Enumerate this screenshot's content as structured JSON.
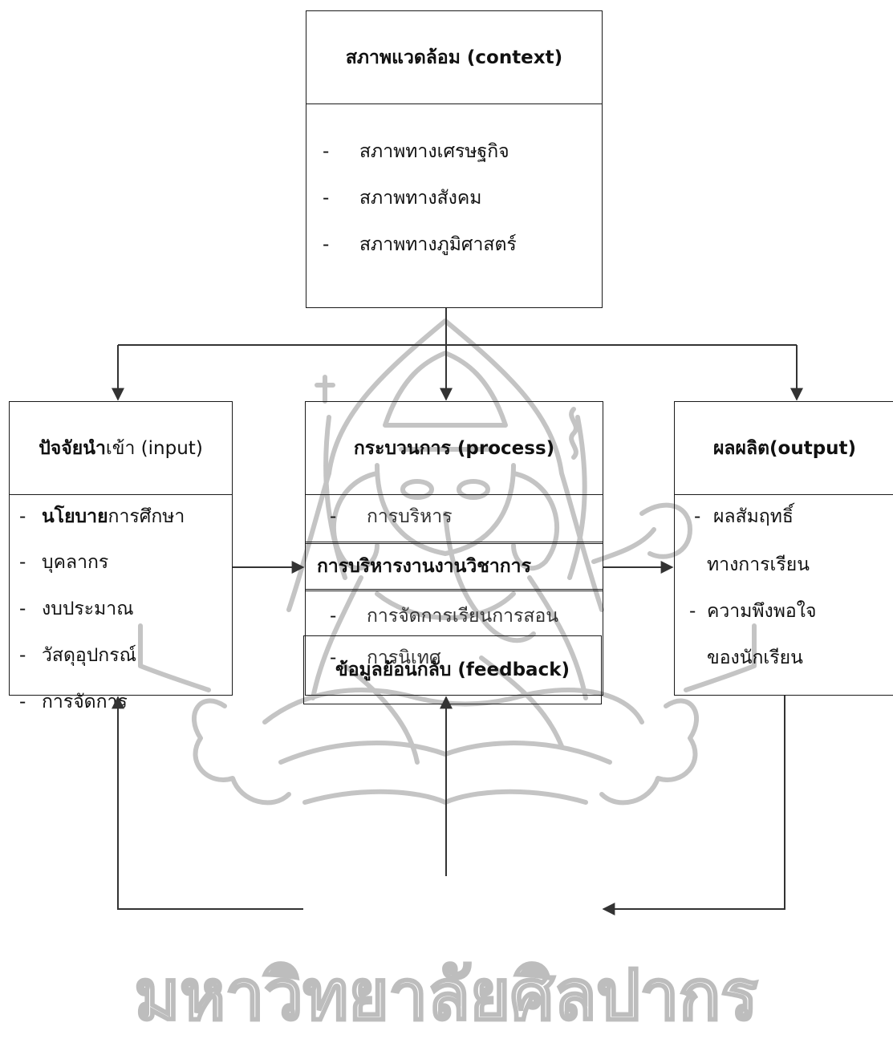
{
  "context": {
    "title": "สภาพแวดล้อม (context)",
    "items": [
      "สภาพทางเศรษฐกิจ",
      "สภาพทางสังคม",
      "สภาพทางภูมิศาสตร์"
    ]
  },
  "input": {
    "title_bold": "ปัจจัยนำ",
    "title_rest": "เข้า (input)",
    "items": [
      {
        "text": "นโยบายการศึกษา",
        "bold_part": "นโยบาย",
        "rest": "การศึกษา"
      },
      {
        "text": "บุคลากร"
      },
      {
        "text": "งบประมาณ"
      },
      {
        "text": "วัสดุอุปกรณ์"
      },
      {
        "text": "การจัดการ"
      }
    ]
  },
  "process": {
    "title": "กระบวนการ (process)",
    "top_item": "การบริหาร",
    "middle_title": "การบริหารงานงานวิชาการ",
    "items": [
      "การจัดการเรียนการสอน",
      "การนิเทศ"
    ]
  },
  "output": {
    "title": "ผลผลิต(output)",
    "items": [
      {
        "line1": "ผลสัมฤทธิ์",
        "line2": "ทางการเรียน"
      },
      {
        "line1": "ความพึงพอใจ",
        "line2": "ของนักเรียน"
      }
    ]
  },
  "feedback": {
    "title": "ข้อมูลย้อนกลับ (feedback)"
  },
  "watermark": {
    "text": "มหาวิทยาลัยศิลปากร",
    "color": "#b8b8b8"
  },
  "colors": {
    "border": "#1a1a1a",
    "arrow": "#333333",
    "watermark_stroke": "#bdbdbd"
  }
}
